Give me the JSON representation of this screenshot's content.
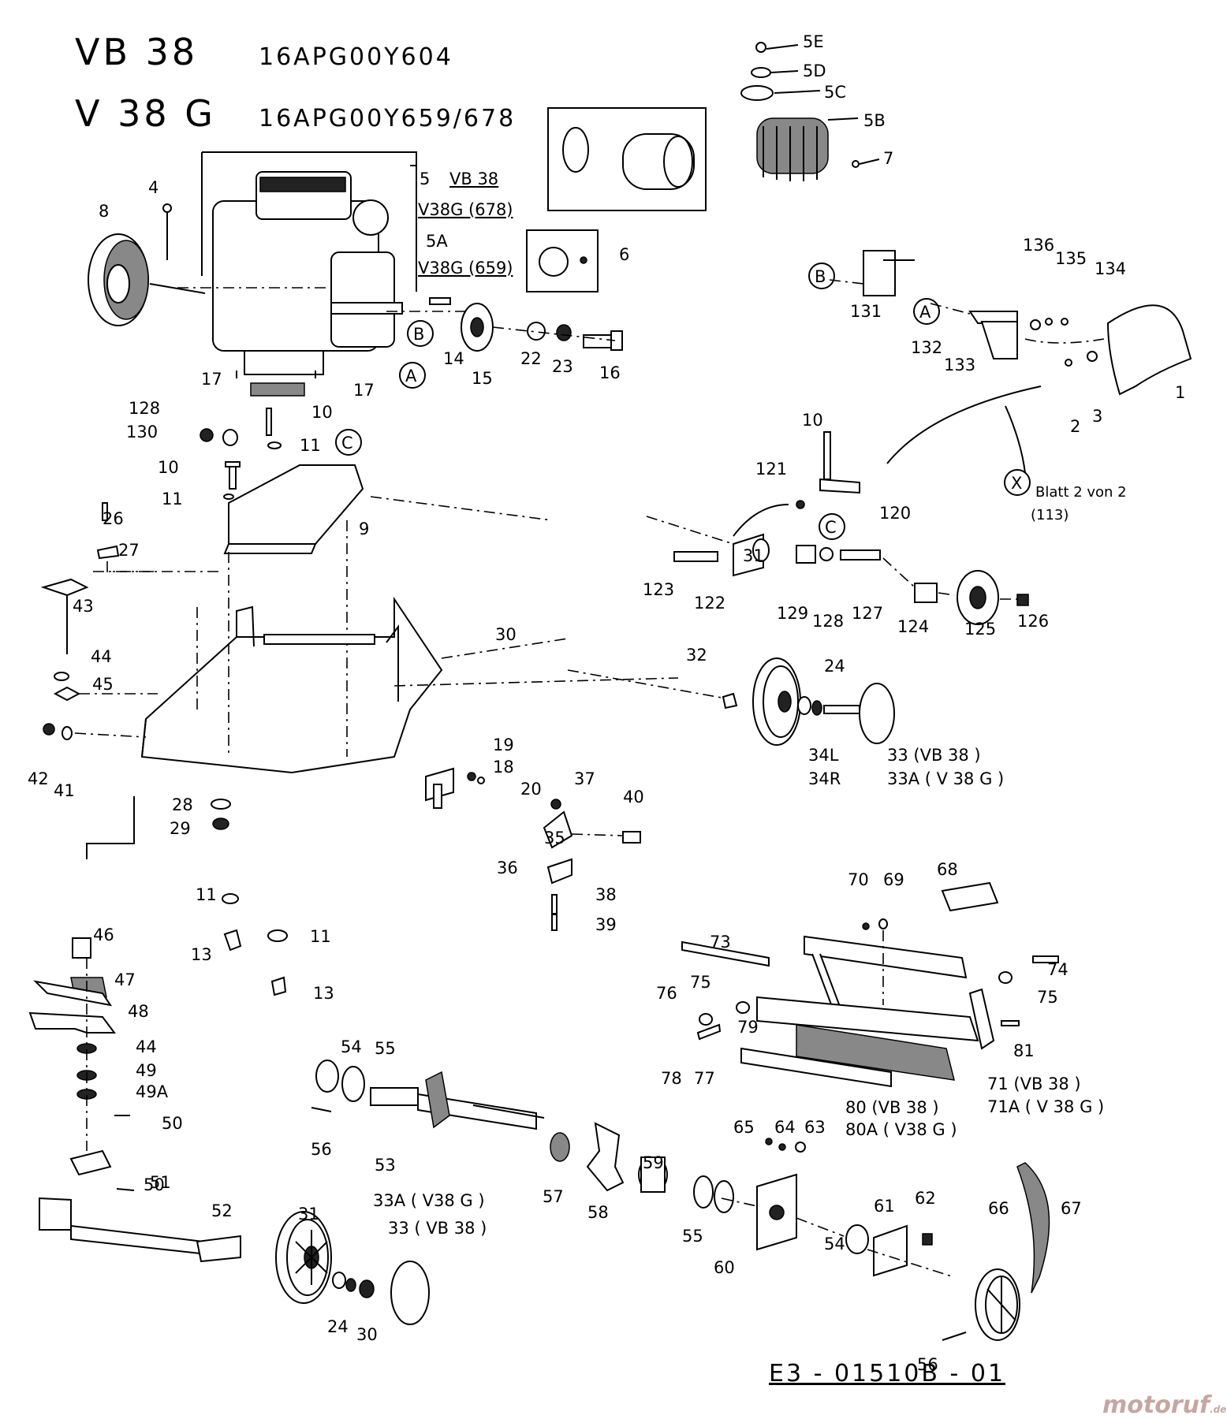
{
  "header": {
    "models": [
      {
        "model": "VB 38",
        "code": "16APG00Y604"
      },
      {
        "model": "V 38 G",
        "code": "16APG00Y659/678"
      }
    ]
  },
  "engine_variants": [
    {
      "ref": "5",
      "text": "VB 38"
    },
    {
      "ref": "",
      "text": "V38G (678)"
    },
    {
      "ref": "5A",
      "text": "V38G (659)"
    }
  ],
  "sheet_ref": {
    "marker": "X",
    "line1": "Blatt 2 von 2",
    "line2": "(113)"
  },
  "variant_labels": {
    "wheel_cap_top_1": "33   (VB 38 )",
    "wheel_cap_top_2": "33A  ( V 38 G )",
    "axle_1": "34L",
    "axle_2": "34R",
    "frame_1": "71 (VB 38 )",
    "frame_2": "71A  ( V 38 G )",
    "comb_1": "80 (VB 38 )",
    "comb_2": "80A  ( V38 G )",
    "wheel_cap_bottom_1": "33A ( V38 G )",
    "wheel_cap_bottom_2": "33  ( VB 38 )"
  },
  "circle_markers": [
    "A",
    "B",
    "C"
  ],
  "part_numbers": [
    "1",
    "2",
    "3",
    "4",
    "5B",
    "5C",
    "5D",
    "5E",
    "6",
    "7",
    "8",
    "9",
    "10",
    "10",
    "10",
    "11",
    "11",
    "11",
    "11",
    "13",
    "13",
    "14",
    "15",
    "16",
    "17",
    "17",
    "18",
    "19",
    "20",
    "22",
    "23",
    "24",
    "24",
    "26",
    "27",
    "28",
    "29",
    "30",
    "30",
    "31",
    "31",
    "32",
    "35",
    "36",
    "37",
    "38",
    "39",
    "40",
    "41",
    "42",
    "43",
    "44",
    "44",
    "45",
    "46",
    "47",
    "48",
    "49",
    "49A",
    "50",
    "50",
    "51",
    "52",
    "53",
    "54",
    "54",
    "55",
    "55",
    "56",
    "56",
    "57",
    "58",
    "59",
    "60",
    "61",
    "62",
    "63",
    "64",
    "65",
    "66",
    "67",
    "68",
    "69",
    "70",
    "73",
    "74",
    "75",
    "75",
    "76",
    "77",
    "78",
    "79",
    "81",
    "120",
    "121",
    "122",
    "123",
    "124",
    "125",
    "126",
    "127",
    "128",
    "128",
    "129",
    "130",
    "131",
    "132",
    "133",
    "134",
    "135",
    "136"
  ],
  "drawing_number": "E3 - 01510B - 01",
  "watermark": {
    "name": "motoruf",
    "suffix": ".de"
  }
}
